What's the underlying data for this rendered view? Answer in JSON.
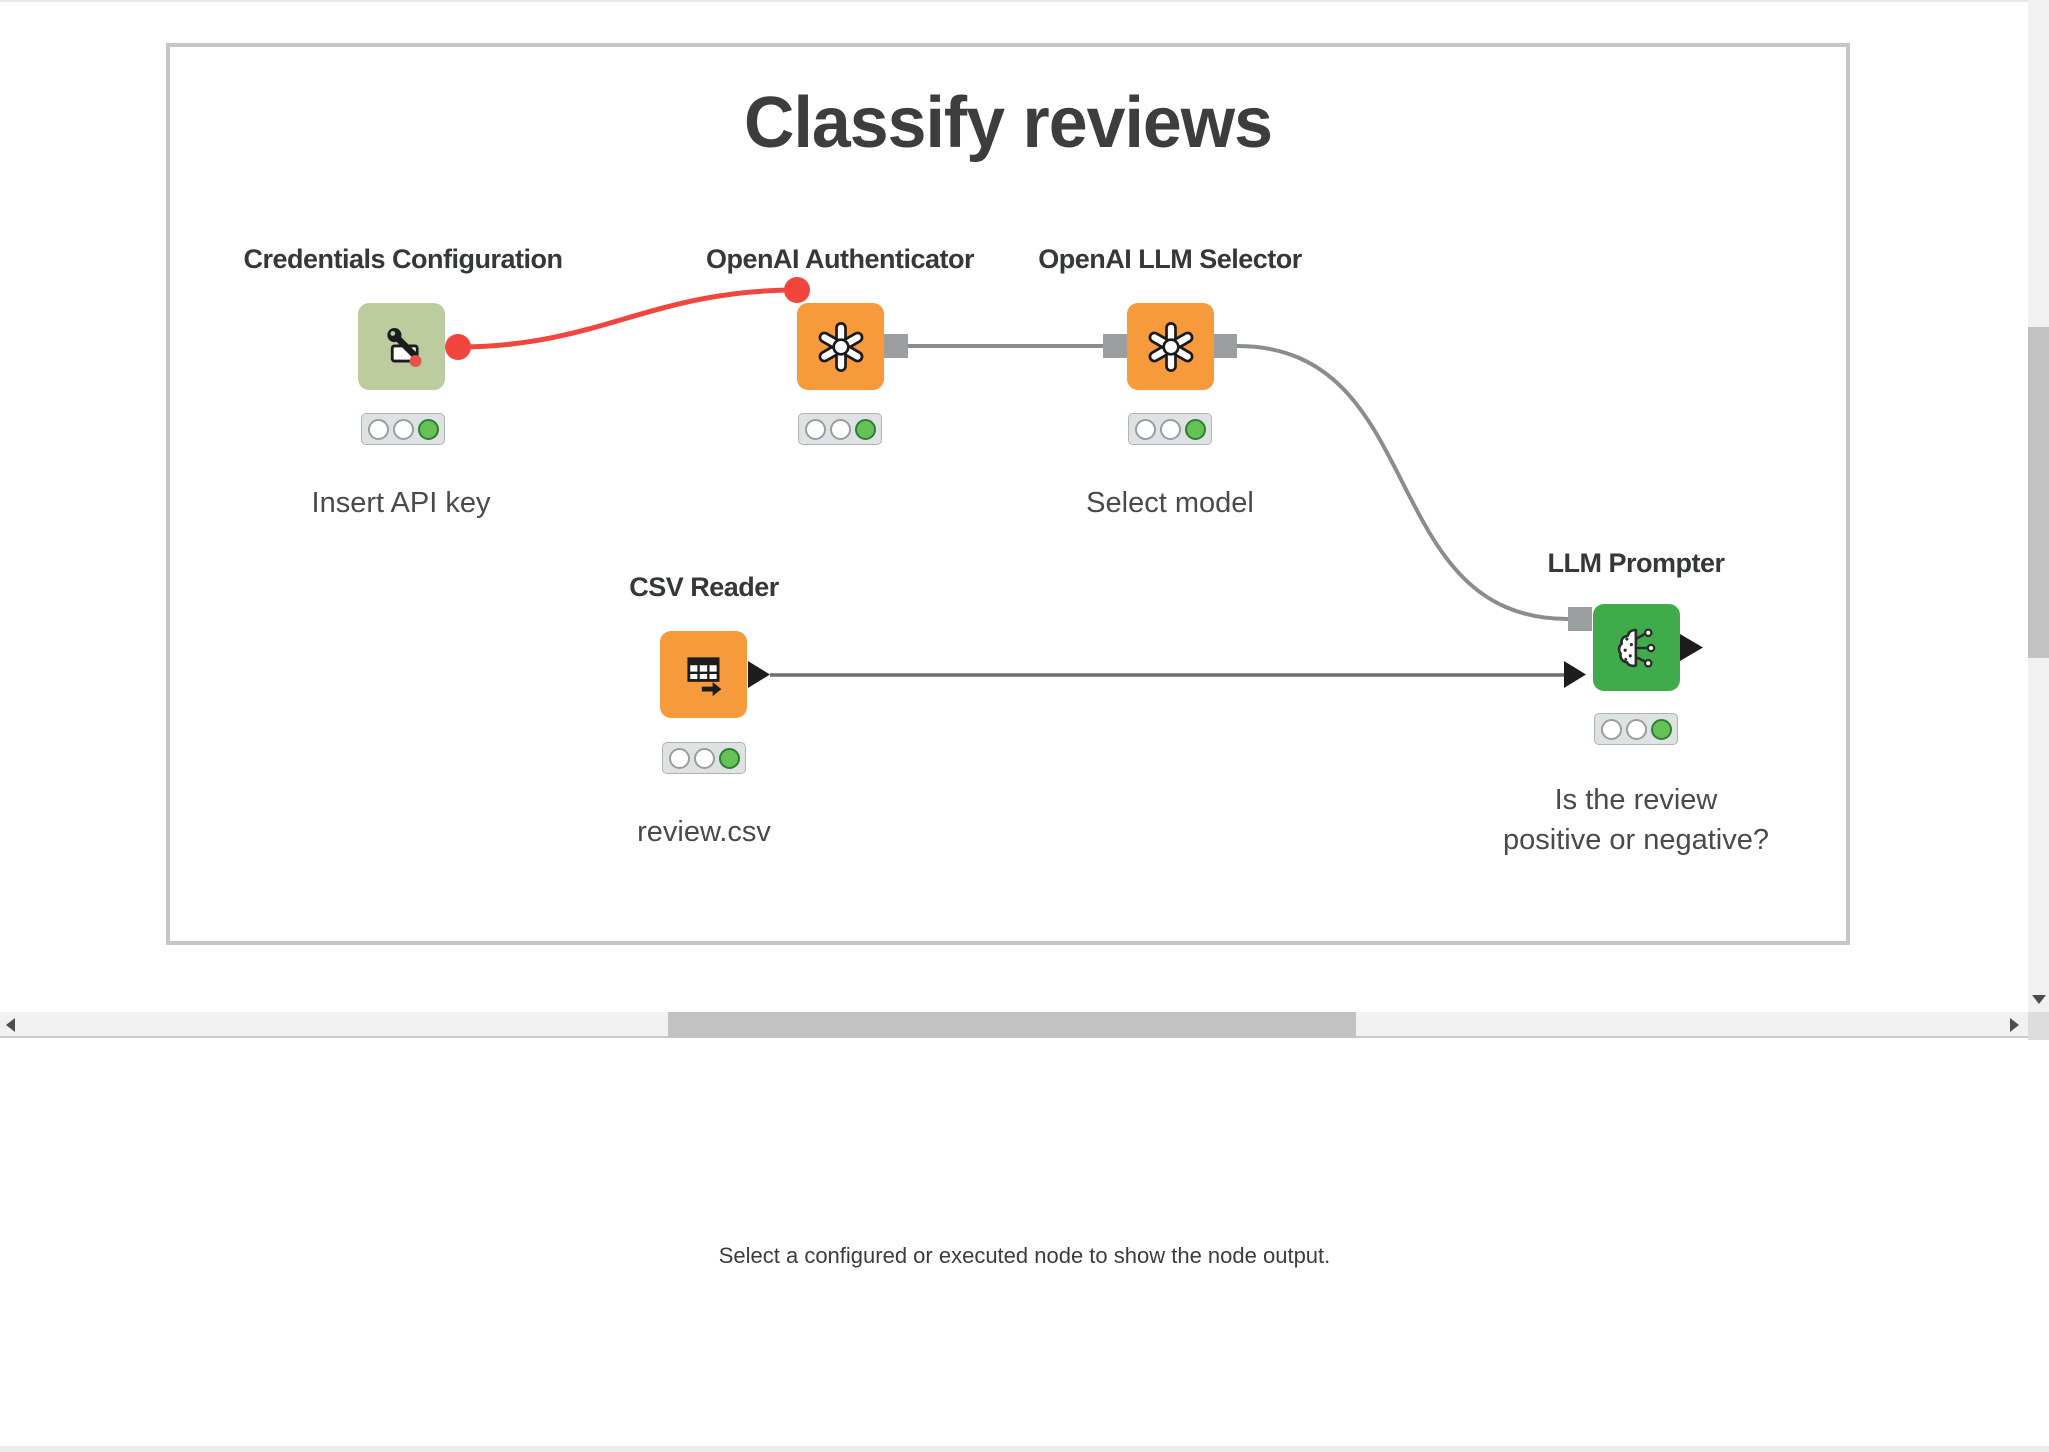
{
  "workflow": {
    "title": "Classify reviews",
    "nodes": [
      {
        "id": "credentials-configuration",
        "label": "Credentials Configuration",
        "annotation": "Insert API key",
        "color": "#bdcc9f",
        "icon": "key-icon",
        "status": "executed"
      },
      {
        "id": "openai-authenticator",
        "label": "OpenAI Authenticator",
        "annotation": "",
        "color": "#f79a3c",
        "icon": "openai-icon",
        "status": "executed"
      },
      {
        "id": "openai-llm-selector",
        "label": "OpenAI LLM Selector",
        "annotation": "Select model",
        "color": "#f79a3c",
        "icon": "openai-icon",
        "status": "executed"
      },
      {
        "id": "csv-reader",
        "label": "CSV Reader",
        "annotation": "review.csv",
        "color": "#f79a3c",
        "icon": "table-arrow-icon",
        "status": "executed"
      },
      {
        "id": "llm-prompter",
        "label": "LLM Prompter",
        "annotation": "Is the review\npositive or negative?",
        "color": "#40ab4a",
        "icon": "brain-circuit-icon",
        "status": "executed"
      }
    ],
    "colors": {
      "node_orange": "#f79a3c",
      "node_green": "#40ab4a",
      "node_sage": "#bdcc9f",
      "status_green": "#67c156",
      "connection_red": "#f2453d",
      "connection_gray": "#8c8c8c",
      "port_gray": "#9b9e9f",
      "panel_border": "#c3c7c9"
    }
  },
  "output_panel": {
    "message": "Select a configured or executed node to show the node output."
  }
}
